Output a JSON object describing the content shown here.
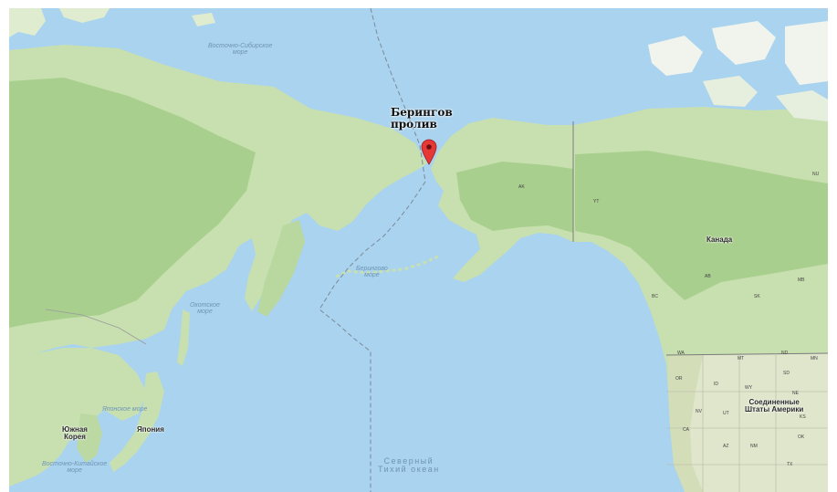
{
  "map": {
    "marker": {
      "icon": "map-pin-icon",
      "color": "#e53935",
      "label_line1": "Берингов",
      "label_line2": "пролив"
    },
    "seas": {
      "east_siberian_line1": "Восточно-Сибирское",
      "east_siberian_line2": "море",
      "bering_line1": "Берингово",
      "bering_line2": "море",
      "okhotsk_line1": "Охотское",
      "okhotsk_line2": "море",
      "japan_sea": "Японское море",
      "east_china_line1": "Восточно-Китайское",
      "east_china_line2": "море"
    },
    "ocean": {
      "line1": "Северный",
      "line2": "Тихий океан"
    },
    "countries": {
      "canada": "Канада",
      "south_korea_line1": "Южная",
      "south_korea_line2": "Корея",
      "japan": "Япония",
      "usa_line1": "Соединенные",
      "usa_line2": "Штаты Америки"
    },
    "regions": {
      "ak": "AK",
      "yt": "YT",
      "bc": "BC",
      "ab": "AB",
      "sk": "SK",
      "mb": "MB",
      "nu": "NU",
      "wa": "WA",
      "or": "OR",
      "id": "ID",
      "mt": "MT",
      "wy": "WY",
      "nd": "ND",
      "sd": "SD",
      "nv": "NV",
      "ut": "UT",
      "ca": "CA",
      "az": "AZ",
      "nm": "NM",
      "ne": "NE",
      "ks": "KS",
      "ok": "OK",
      "tx": "TX",
      "mn": "MN"
    },
    "colors": {
      "water": "#a9d3ee",
      "land": "#c8e0b0",
      "forest": "#a9cf8e",
      "ice": "#f0f4ec",
      "border": "#888888"
    }
  }
}
